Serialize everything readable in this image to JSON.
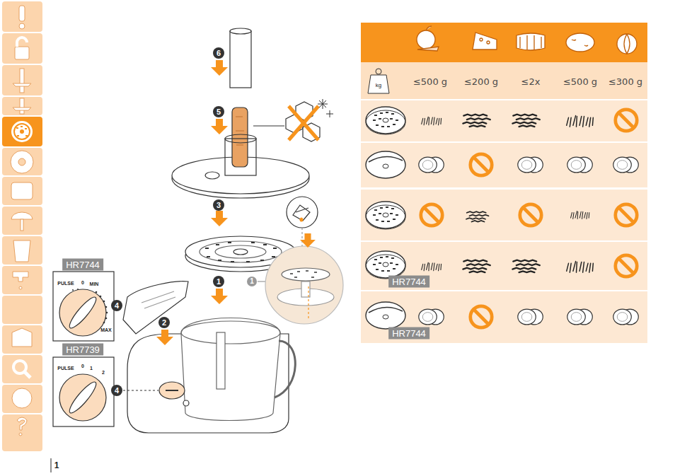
{
  "diagram": {
    "labels": [
      "6",
      "5",
      "3",
      "1",
      "1",
      "2",
      "4",
      "4",
      "HR7744",
      "PULSE",
      "0",
      "MIN",
      "MAX",
      "HR7739",
      "PULSE",
      "0",
      "1",
      "2",
      "kg",
      "≤500 g",
      "≤200 g",
      "≤2x",
      "≤500 g",
      "≤300 g",
      "HR7744",
      "HR7744",
      "1"
    ]
  }
}
